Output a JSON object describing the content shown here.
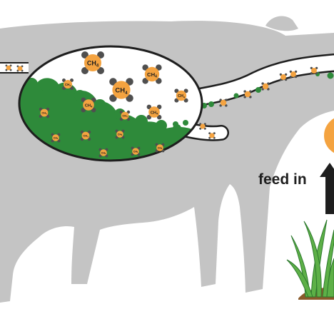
{
  "molecule": {
    "formula_main": "CH",
    "formula_sub": "4",
    "atom_core_color": "#F4A340",
    "atom_h_color": "#4F4F4F"
  },
  "annotation": {
    "feed_in": "feed in",
    "arrow_icon": "arrow-up-icon"
  },
  "colors": {
    "cow_body": "#C4C4C4",
    "outline": "#1E1E1E",
    "digesta_green": "#2E8A3A",
    "grass_green": "#5DB047",
    "soil": "#8A5A2B",
    "head_accent": "#F4A340"
  }
}
